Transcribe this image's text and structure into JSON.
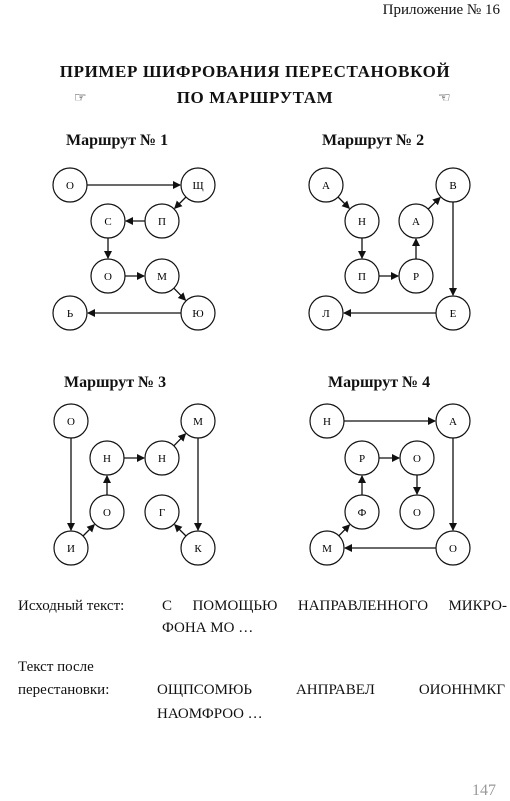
{
  "header": {
    "appendix": "Приложение  № 16"
  },
  "title": {
    "line1": "ПРИМЕР ШИФРОВАНИЯ ПЕРЕСТАНОВКОЙ",
    "line2": "ПО МАРШРУТАМ",
    "hand_left": "☞",
    "hand_right": "☜"
  },
  "routes": [
    {
      "title": "Маршрут  № 1",
      "nodes": [
        "О",
        "Щ",
        "П",
        "С",
        "О",
        "М",
        "Ю",
        "Ь"
      ],
      "path": [
        0,
        1,
        2,
        3,
        4,
        5,
        6,
        7
      ]
    },
    {
      "title": "Маршрут  № 2",
      "nodes": [
        "А",
        "Н",
        "П",
        "Р",
        "А",
        "В",
        "Е",
        "Л"
      ],
      "path": [
        0,
        1,
        2,
        3,
        4,
        5,
        6,
        7
      ]
    },
    {
      "title": "Маршрут  № 3",
      "nodes": [
        "О",
        "И",
        "О",
        "Н",
        "Н",
        "М",
        "К",
        "Г"
      ],
      "path": [
        0,
        1,
        2,
        3,
        4,
        5,
        6,
        7
      ]
    },
    {
      "title": "Маршрут  № 4",
      "nodes": [
        "Н",
        "А",
        "О",
        "М",
        "Ф",
        "Р",
        "О",
        "О"
      ],
      "path": [
        0,
        1,
        2,
        3,
        4,
        5,
        6,
        7
      ]
    }
  ],
  "source": {
    "label": "Исходный текст:",
    "line1": "С ПОМОЩЬЮ НАПРАВЛЕННОГО МИКРО-",
    "line2": "ФОНА МО …"
  },
  "result": {
    "label_line1": "Текст  после",
    "label_line2": "перестановки:",
    "line1": "ОЩПСОМЮЬ  АНПРАВЕЛ  ОИОННМКГ",
    "line2": "НАОМФРОО …"
  },
  "page_number": "147"
}
